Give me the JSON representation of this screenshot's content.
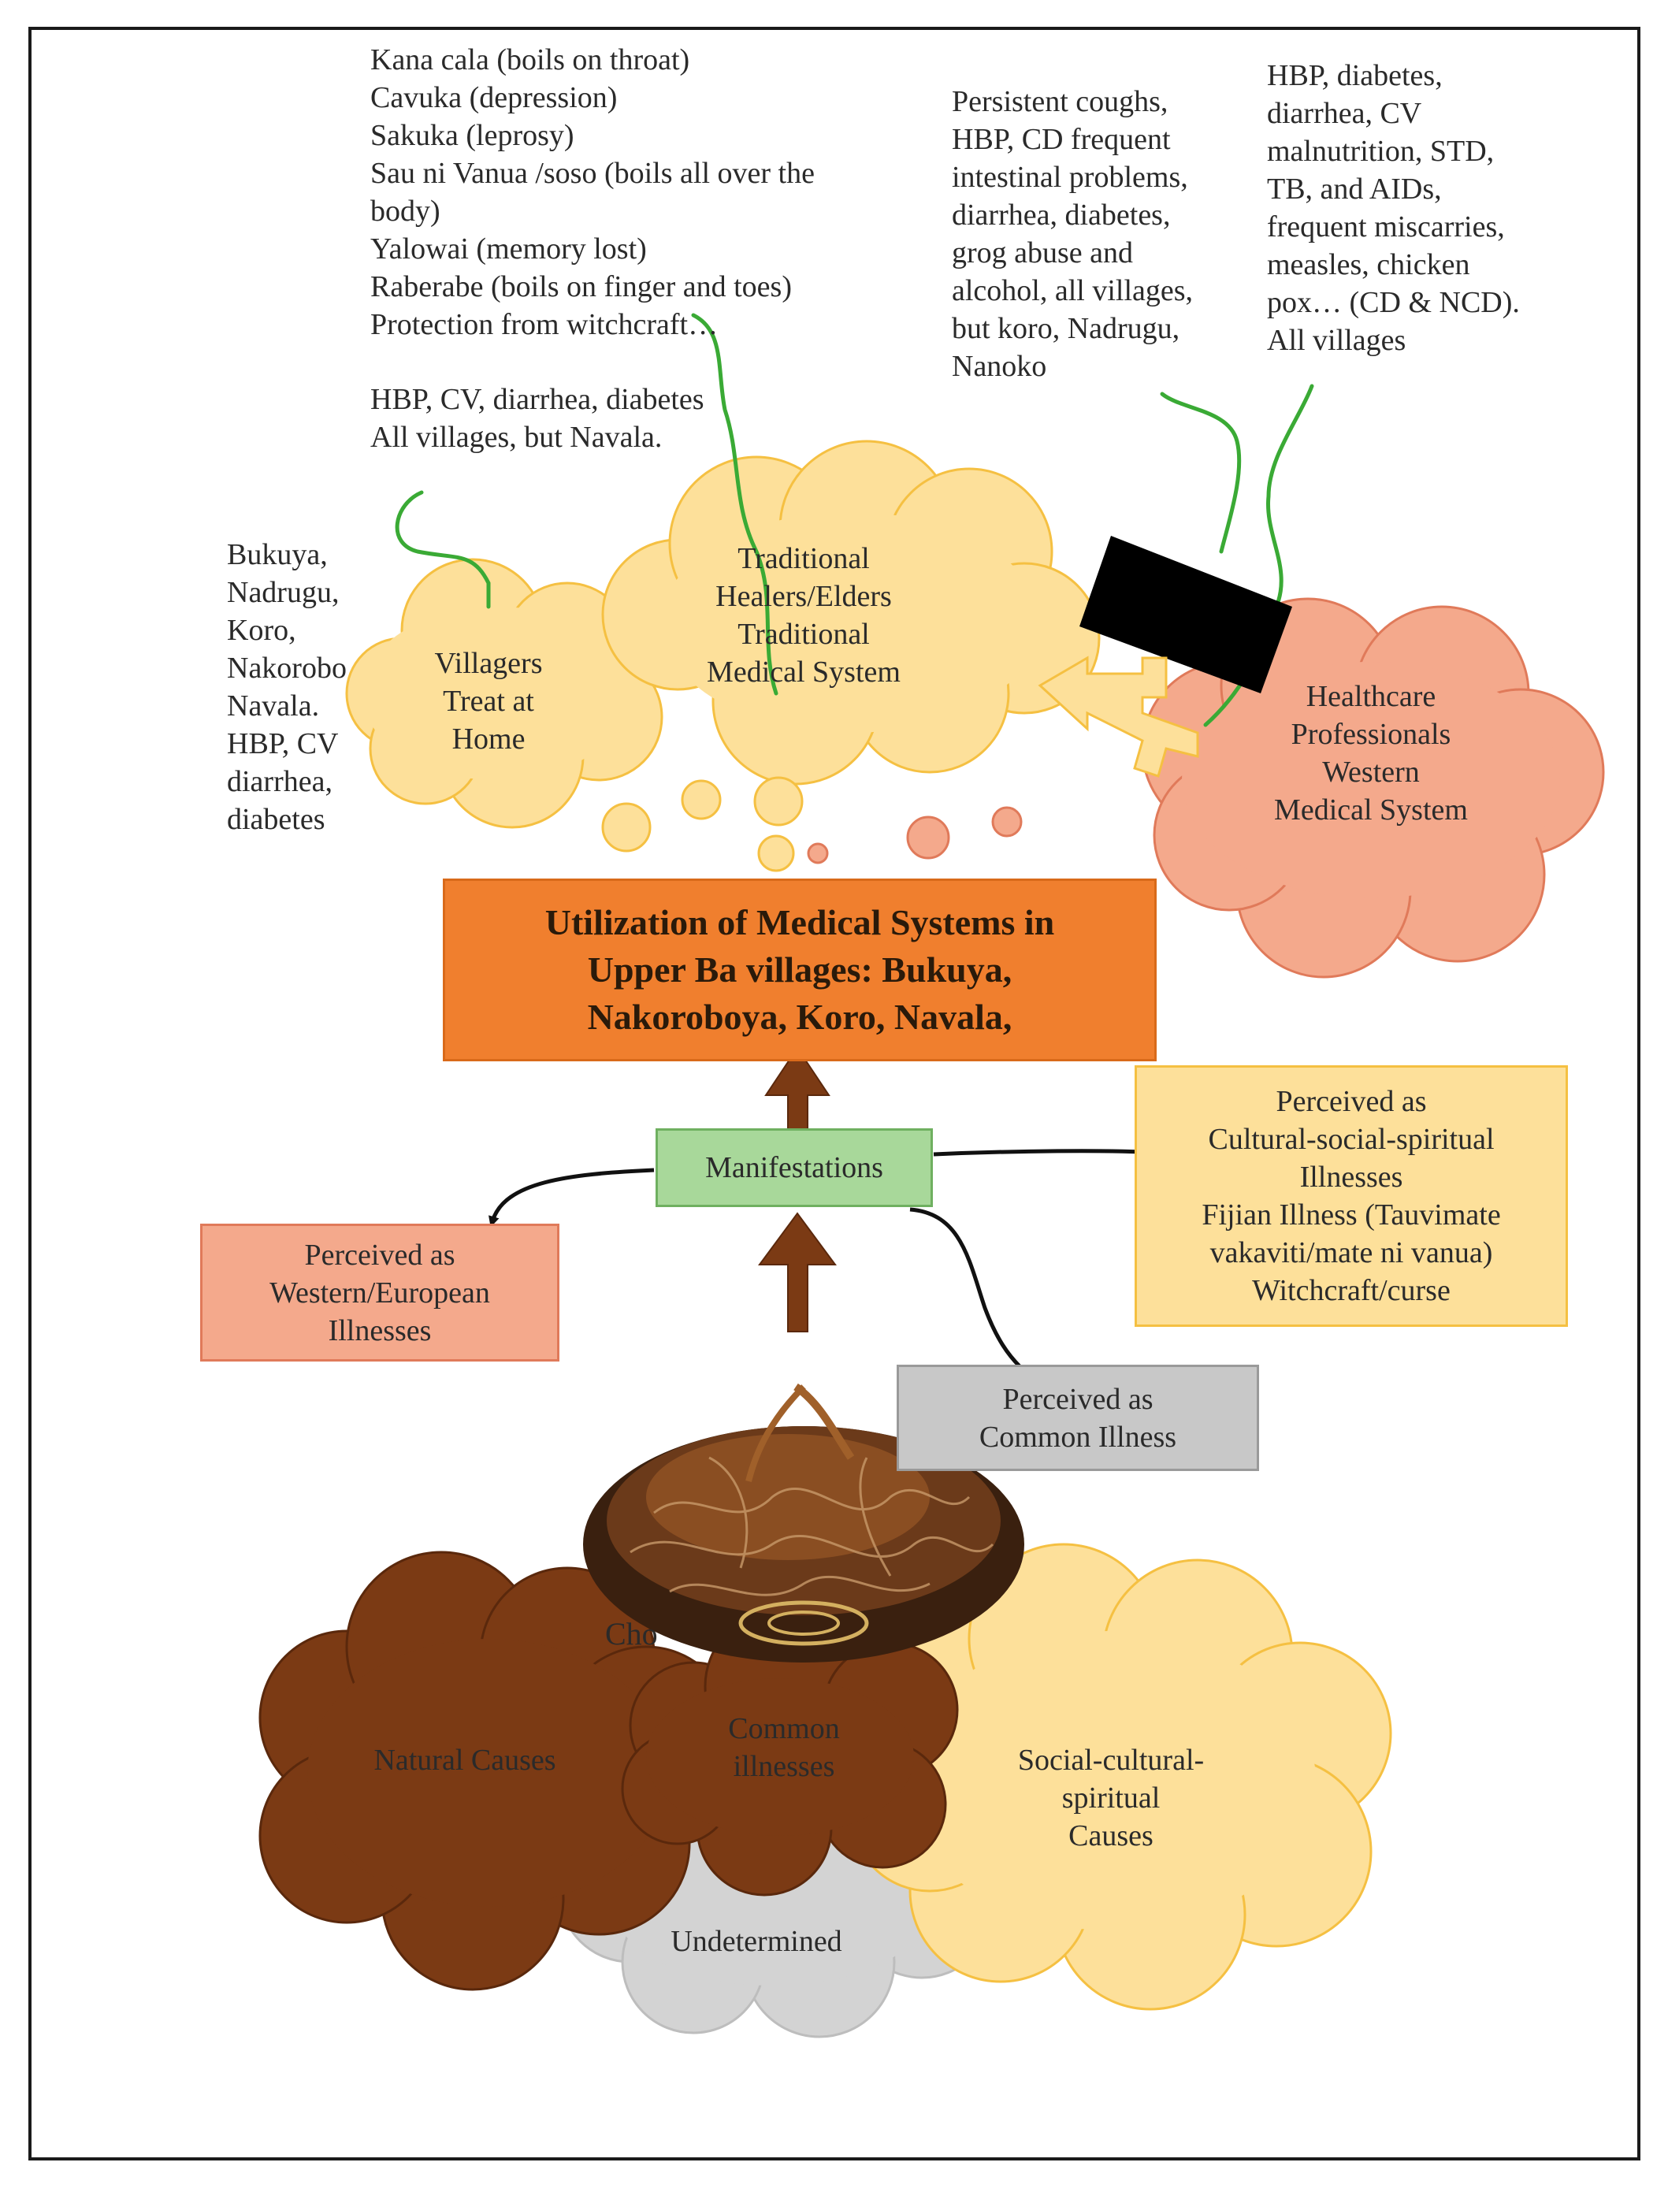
{
  "treatments_list": [
    "Kana cala (boils on throat)",
    "Cavuka (depression)",
    "Sakuka (leprosy)",
    "Sau ni Vanua /soso (boils all over the",
    "body)",
    "Yalowai (memory lost)",
    "Raberabe (boils on finger and toes)",
    "Protection from witchcraft…"
  ],
  "traditional_common": [
    "HBP, CV, diarrhea, diabetes",
    "All villages, but Navala."
  ],
  "western_list_1": [
    "Persistent coughs,",
    "HBP, CD frequent",
    "intestinal problems,",
    "diarrhea, diabetes,",
    "grog abuse and",
    "alcohol, all villages,",
    "but koro, Nadrugu,",
    "Nanoko"
  ],
  "western_list_2": [
    "HBP, diabetes,",
    "diarrhea, CV",
    "malnutrition, STD,",
    "TB, and AIDs,",
    "frequent miscarries,",
    "measles, chicken",
    "pox… (CD & NCD).",
    "All villages"
  ],
  "home_list": [
    "Bukuya,",
    "Nadrugu,",
    "Koro,",
    "Nakorobo",
    "Navala.",
    "HBP, CV",
    "diarrhea,",
    "diabetes"
  ],
  "clouds": {
    "home": "Villagers\nTreat at\nHome",
    "traditional": "Traditional\nHealers/Elders\nTraditional\nMedical System",
    "western": "Healthcare\nProfessionals\nWestern\nMedical System",
    "natural": "Natural Causes",
    "common": "Common\nillnesses",
    "social": "Social-cultural-\nspiritual\nCauses",
    "undetermined": "Undetermined"
  },
  "title_box": "Utilization of Medical Systems in\nUpper Ba villages: Bukuya,\nNakoroboya, Koro, Navala,",
  "manifestations": "Manifestations",
  "perceived_western": "Perceived as\nWestern/European\nIllnesses",
  "perceived_cultural": "Perceived as\nCultural-social-spiritual\nIllnesses\nFijian Illness (Tauvimate\nvakaviti/mate ni vanua)\nWitchcraft/curse",
  "perceived_common": "Perceived as\nCommon Illness",
  "partial_label": "Cho",
  "colors": {
    "yellow_cloud": "#fde09a",
    "yellow_outline": "#f5c042",
    "salmon_cloud": "#f4a98c",
    "orange_box": "#f07f2e",
    "green_box": "#a8d89a",
    "brown": "#7b3a14",
    "gray": "#c8c8c8",
    "green_line": "#3aaa35"
  }
}
